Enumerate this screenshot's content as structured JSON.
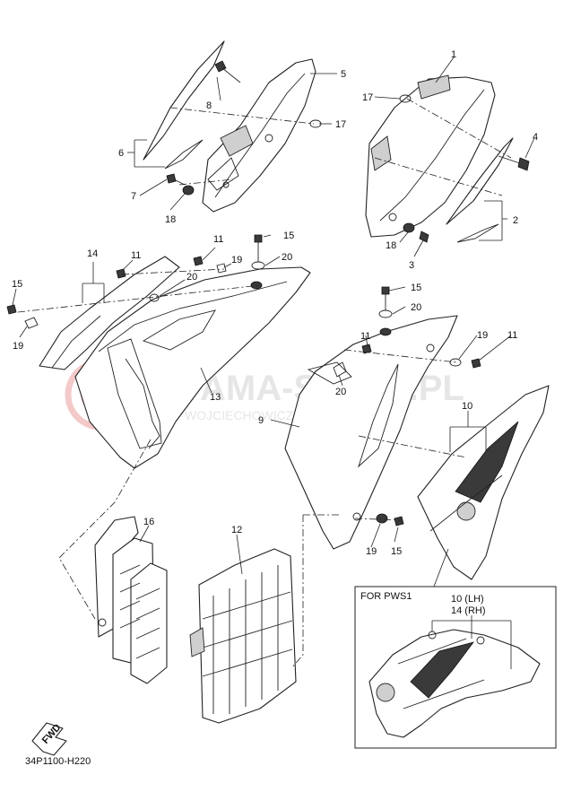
{
  "diagram": {
    "part_code": "34P1100-H220",
    "fwd_label": "FWD",
    "watermark": {
      "brand": "YAMA-SKLEP.PL",
      "tagline": "WOJCIECHOWICZ DEALER YAMAHA"
    },
    "inset": {
      "title": "FOR PWS1",
      "label_lh": "10 (LH)",
      "label_rh": "14 (RH)"
    },
    "callouts": {
      "c1": "1",
      "c2": "2",
      "c3": "3",
      "c4": "4",
      "c5": "5",
      "c6": "6",
      "c7": "7",
      "c8": "8",
      "c9": "9",
      "c10": "10",
      "c11a": "11",
      "c11b": "11",
      "c11c": "11",
      "c11d": "11",
      "c12": "12",
      "c13": "13",
      "c14": "14",
      "c15a": "15",
      "c15b": "15",
      "c15c": "15",
      "c15d": "15",
      "c16": "16",
      "c17a": "17",
      "c17b": "17",
      "c18a": "18",
      "c18b": "18",
      "c19a": "19",
      "c19b": "19",
      "c19c": "19",
      "c19d": "19",
      "c20a": "20",
      "c20b": "20",
      "c20c": "20",
      "c20d": "20"
    }
  }
}
